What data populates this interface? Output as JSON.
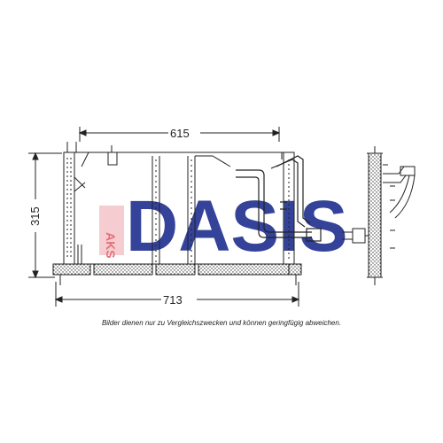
{
  "dimensions": {
    "top_width": "615",
    "bottom_width": "713",
    "height": "315"
  },
  "caption": "Bilder dienen nur zu Vergleichszwecken und können geringfügig abweichen.",
  "watermark": {
    "brand": "DASIS",
    "side_text": "AKS",
    "brand_color": "#1f2f8f",
    "side_color": "#e0606a"
  }
}
